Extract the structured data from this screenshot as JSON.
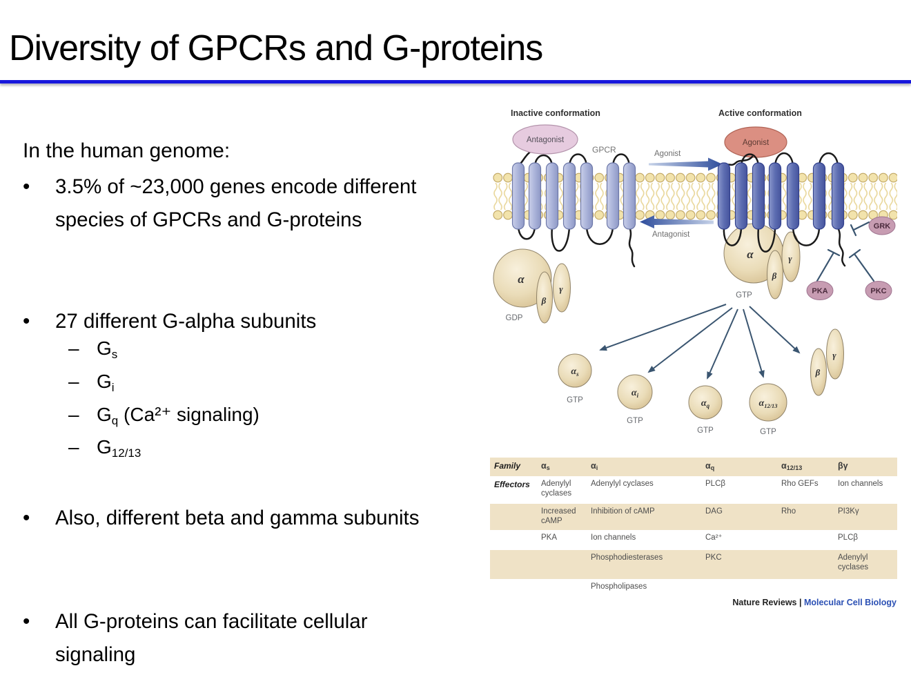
{
  "slide": {
    "title": "Diversity of GPCRs and G-proteins"
  },
  "content": {
    "intro": "In the human genome:",
    "bullets": {
      "b1": "3.5% of ~23,000 genes encode different species of GPCRs and G-proteins",
      "b2": "27 different G-alpha subunits",
      "b3": "Also, different beta and gamma subunits",
      "b4": "All G-proteins can facilitate cellular signaling"
    },
    "g_subunits": [
      {
        "base": "G",
        "sub": "s",
        "suffix": ""
      },
      {
        "base": "G",
        "sub": "i",
        "suffix": ""
      },
      {
        "base": "G",
        "sub": "q",
        "suffix": " (Ca²⁺ signaling)"
      },
      {
        "base": "G",
        "sub": "12/13",
        "suffix": ""
      }
    ]
  },
  "figure": {
    "inactive_title": "Inactive conformation",
    "active_title": "Active conformation",
    "antagonist_ligand": "Antagonist",
    "agonist_ligand": "Agonist",
    "receptor_label": "GPCR",
    "agonist_arrow_label": "Agonist",
    "antagonist_arrow_label": "Antagonist",
    "gdp_label": "GDP",
    "gtp_label": "GTP",
    "alpha": "α",
    "beta": "β",
    "gamma": "γ",
    "kinases": {
      "grk": "GRK",
      "pka": "PKA",
      "pkc": "PKC"
    },
    "activated_subunits": [
      {
        "base": "α",
        "sub": "s"
      },
      {
        "base": "α",
        "sub": "i"
      },
      {
        "base": "α",
        "sub": "q"
      },
      {
        "base": "α",
        "sub": "12/13"
      }
    ],
    "credit": {
      "journal": "Nature Reviews |",
      "title": " Molecular Cell Biology"
    }
  },
  "effector_table": {
    "headers": [
      {
        "base": "Family",
        "sub": ""
      },
      {
        "base": "α",
        "sub": "s"
      },
      {
        "base": "α",
        "sub": "i"
      },
      {
        "base": "α",
        "sub": "q"
      },
      {
        "base": "α",
        "sub": "12/13"
      },
      {
        "base": "βγ",
        "sub": ""
      }
    ],
    "rows": [
      [
        "Effectors",
        "Adenylyl cyclases",
        "Adenylyl cyclases",
        "PLCβ",
        "Rho GEFs",
        "Ion channels"
      ],
      [
        "",
        "Increased cAMP",
        "Inhibition of cAMP",
        "DAG",
        "Rho",
        "PI3Kγ"
      ],
      [
        "",
        "PKA",
        "Ion channels",
        "Ca²⁺",
        "",
        "PLCβ"
      ],
      [
        "",
        "",
        "Phosphodiesterases",
        "PKC",
        "",
        "Adenylyl cyclases"
      ],
      [
        "",
        "",
        "Phospholipases",
        "",
        "",
        ""
      ]
    ]
  },
  "colors": {
    "title_rule_blue": "#1717DC",
    "credit_blue": "#2B50B4",
    "table_band_tan": "#EFE2C6",
    "membrane_head_tan": "#F2E3AC",
    "helix_inactive_blue": "#AAB3D9",
    "helix_active_blue": "#5D6DB1",
    "g_protein_tan": "#EADCB8",
    "antagonist_pink": "#E6CBDF",
    "agonist_salmon": "#DB8F82",
    "kinase_mauve": "#C79CB2",
    "signal_arrow_navy": "#3A5570",
    "ligand_arrow_blue": "#2E4D9C"
  }
}
